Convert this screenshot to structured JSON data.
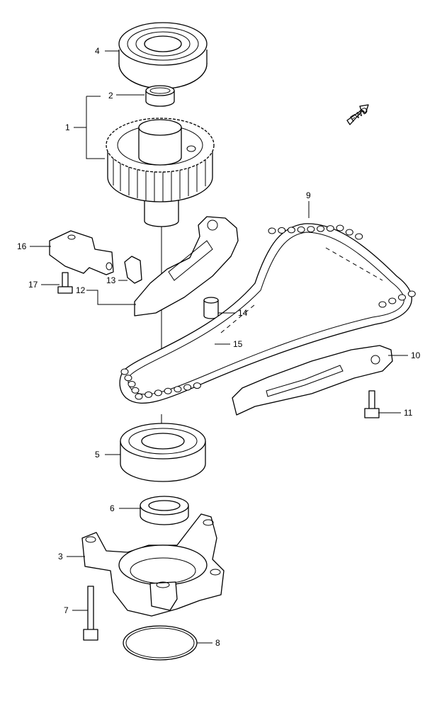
{
  "fwd_label": "FWD",
  "callouts": [
    {
      "id": "1",
      "text": "1"
    },
    {
      "id": "2",
      "text": "2"
    },
    {
      "id": "3",
      "text": "3"
    },
    {
      "id": "4",
      "text": "4"
    },
    {
      "id": "5",
      "text": "5"
    },
    {
      "id": "6",
      "text": "6"
    },
    {
      "id": "7",
      "text": "7"
    },
    {
      "id": "8",
      "text": "8"
    },
    {
      "id": "9",
      "text": "9"
    },
    {
      "id": "10",
      "text": "10"
    },
    {
      "id": "11",
      "text": "11"
    },
    {
      "id": "12",
      "text": "12"
    },
    {
      "id": "13",
      "text": "13"
    },
    {
      "id": "14",
      "text": "14"
    },
    {
      "id": "15",
      "text": "15"
    },
    {
      "id": "16",
      "text": "16"
    },
    {
      "id": "17",
      "text": "17"
    }
  ]
}
